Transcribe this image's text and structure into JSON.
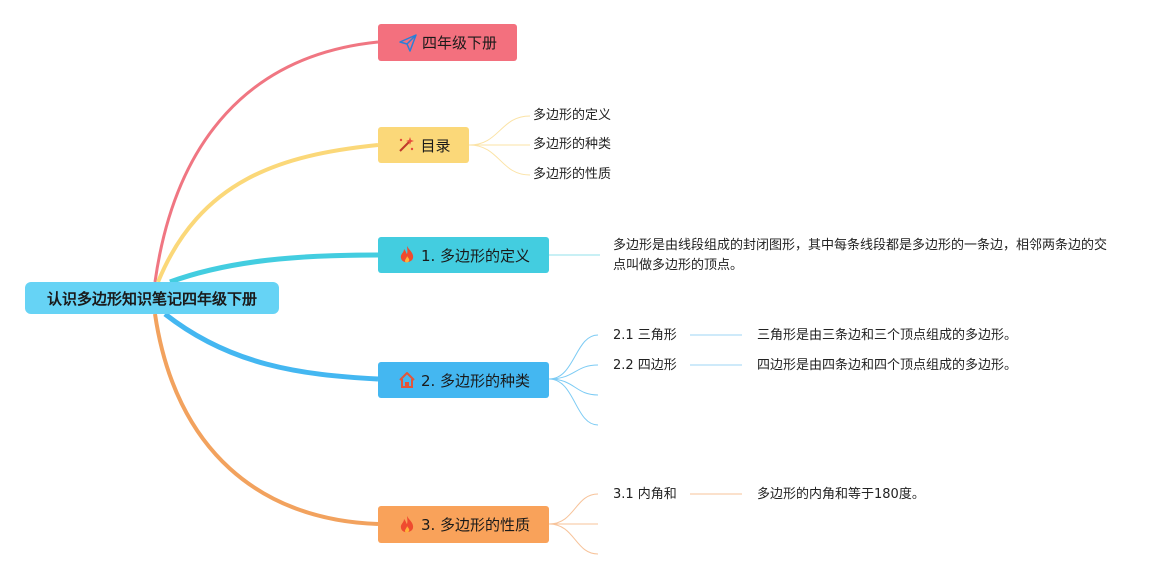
{
  "root": {
    "label": "认识多边形知识笔记四年级下册"
  },
  "branches": [
    {
      "label": "四年级下册",
      "icon": "paper-plane-icon",
      "color": "#f3707e"
    },
    {
      "label": "目录",
      "icon": "magic-wand-icon",
      "color": "#fbd879",
      "items": [
        "多边形的定义",
        "多边形的种类",
        "多边形的性质"
      ]
    },
    {
      "label": "1. 多边形的定义",
      "icon": "fire-icon",
      "color": "#43cde0",
      "text": "多边形是由线段组成的封闭图形，其中每条线段都是多边形的一条边，相邻两条边的交点叫做多边形的顶点。"
    },
    {
      "label": "2. 多边形的种类",
      "icon": "house-icon",
      "color": "#44b7f1",
      "items": [
        {
          "label": "2.1 三角形",
          "desc": "三角形是由三条边和三个顶点组成的多边形。"
        },
        {
          "label": "2.2 四边形",
          "desc": "四边形是由四条边和四个顶点组成的多边形。"
        }
      ]
    },
    {
      "label": "3. 多边形的性质",
      "icon": "fire-icon",
      "color": "#f9a25a",
      "items": [
        {
          "label": "3.1 内角和",
          "desc": "多边形的内角和等于180度。"
        }
      ]
    }
  ]
}
